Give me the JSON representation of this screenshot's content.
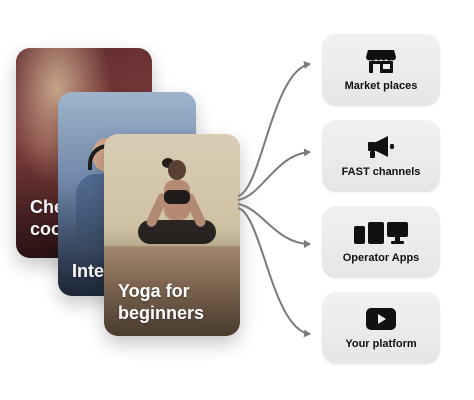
{
  "cards": [
    {
      "title": "Che\ncoo",
      "theme": "cooking"
    },
    {
      "title": "Inte",
      "theme": "interview"
    },
    {
      "title": "Yoga for\nbeginners",
      "theme": "yoga"
    }
  ],
  "destinations": [
    {
      "label": "Market places",
      "icon": "storefront-icon"
    },
    {
      "label": "FAST channels",
      "icon": "megaphone-icon"
    },
    {
      "label": "Operator Apps",
      "icon": "devices-icon"
    },
    {
      "label": "Your platform",
      "icon": "play-button-icon"
    }
  ],
  "colors": {
    "connector": "#7a7a7a",
    "box_bg": "#ececec",
    "icon": "#111111",
    "card_text": "#ffffff"
  }
}
